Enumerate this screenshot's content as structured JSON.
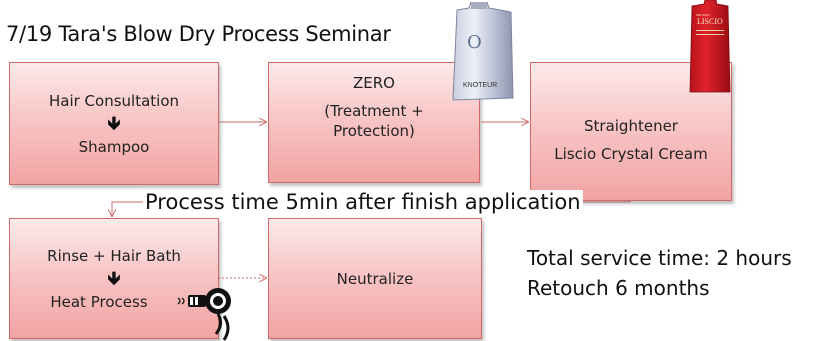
{
  "title": "7/19 Tara's Blow Dry Process Seminar",
  "steps": {
    "consultation": {
      "line1": "Hair Consultation",
      "arrow": "➜",
      "line2": "Shampoo"
    },
    "zero": {
      "line1": "ZERO",
      "line2": "(Treatment +",
      "line3": "Protection)"
    },
    "straightener": {
      "line1": "Straightener",
      "line2": "Liscio Crystal Cream"
    },
    "rinse": {
      "line1": "Rinse + Hair Bath",
      "arrow": "➜",
      "line2": "Heat Process"
    },
    "neutralize": {
      "line1": "Neutralize"
    }
  },
  "process_note": "Process time 5min after finish application",
  "info": {
    "total_time": "Total service time: 2 hours",
    "retouch": "Retouch 6 months"
  },
  "products": {
    "zero_pouch": {
      "label_letter": "O",
      "brand": "KNOTEUR"
    },
    "liscio_pouch": {
      "brand_top": "MILBON",
      "brand": "LISCIO"
    }
  },
  "colors": {
    "box_top": "#fdeaea",
    "box_bottom": "#f1a3a3",
    "box_border": "#d06a6a",
    "connector": "#d06a6a"
  }
}
